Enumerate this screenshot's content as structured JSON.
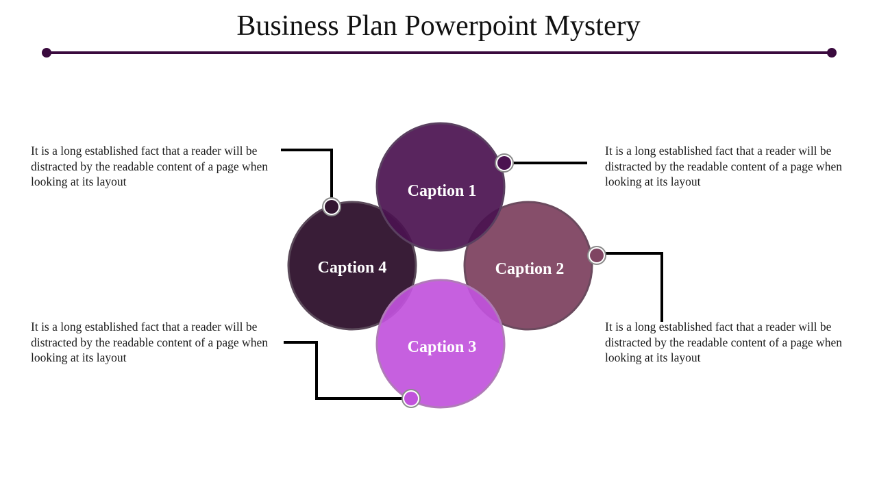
{
  "title": "Business Plan Powerpoint Mystery",
  "colors": {
    "accent": "#3a0a3e",
    "connector": "#000000"
  },
  "steps": [
    {
      "caption": "Caption 1",
      "color": "#4b1250",
      "description": "It is a long established fact that a reader will be distracted by the readable content of a page when looking at its layout"
    },
    {
      "caption": "Caption 2",
      "color": "#7f4562",
      "description": "It is a long established fact that a reader will be distracted by the readable content of a page when looking at its layout"
    },
    {
      "caption": "Caption 3",
      "color": "#c152dc",
      "description": "It is a long established fact that a reader will be distracted by the readable content of a page when looking at its layout"
    },
    {
      "caption": "Caption 4",
      "color": "#331631",
      "description": "It is a long established fact that a reader will be distracted by the readable content of a page when looking at its layout"
    }
  ]
}
